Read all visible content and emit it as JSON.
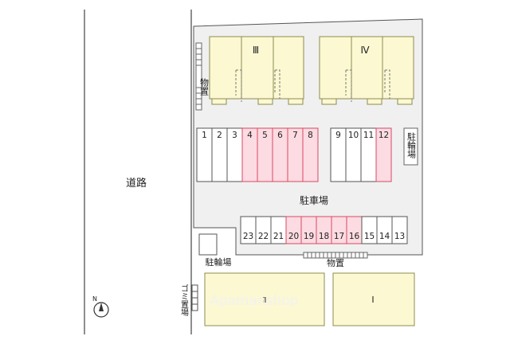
{
  "road_label": "道路",
  "buildings": {
    "b3": "Ⅲ",
    "b4": "Ⅳ",
    "b1": "Ⅰ",
    "b2": "Ⅱ"
  },
  "storage_top_label": "物置",
  "storage_bottom_label": "物置",
  "bike_parking_right_label": "駐輪場",
  "bike_parking_left_label": "駐輪場",
  "parking_label": "駐車場",
  "trash_label": "ゴミ置場",
  "compass_label": "N",
  "watermark": "Apamanshop",
  "parking_rows": {
    "row1": [
      "1",
      "2",
      "3",
      "4",
      "5",
      "6",
      "7",
      "8"
    ],
    "row1_highlight": [
      "4",
      "5",
      "6",
      "7",
      "8"
    ],
    "row2": [
      "9",
      "10",
      "11",
      "12"
    ],
    "row2_highlight": [
      "12"
    ],
    "row3": [
      "23",
      "22",
      "21",
      "20",
      "19",
      "18",
      "17",
      "16",
      "15",
      "14",
      "13"
    ],
    "row3_highlight": [
      "20",
      "19",
      "18",
      "17",
      "16"
    ]
  },
  "colors": {
    "building_fill": "#fbf8d2",
    "building_stroke": "#8c8c50",
    "lot_fill": "#f0f0f0",
    "highlight_fill": "#fcdbe2",
    "highlight_stroke": "#d94a63"
  }
}
